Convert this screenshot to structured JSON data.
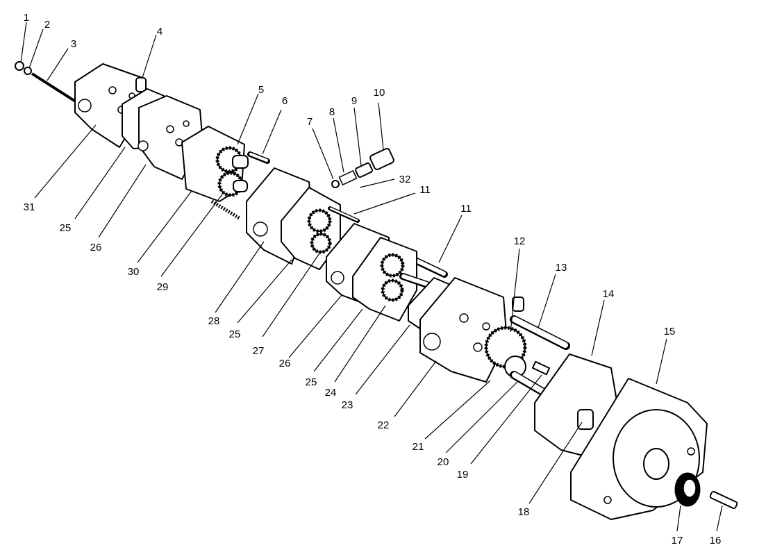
{
  "callouts": [
    "1",
    "2",
    "3",
    "4",
    "5",
    "6",
    "7",
    "8",
    "9",
    "10",
    "32",
    "11",
    "11",
    "12",
    "13",
    "14",
    "15",
    "31",
    "25",
    "26",
    "30",
    "29",
    "28",
    "25",
    "27",
    "26",
    "25",
    "24",
    "23",
    "22",
    "21",
    "20",
    "19",
    "18",
    "17",
    "16"
  ]
}
